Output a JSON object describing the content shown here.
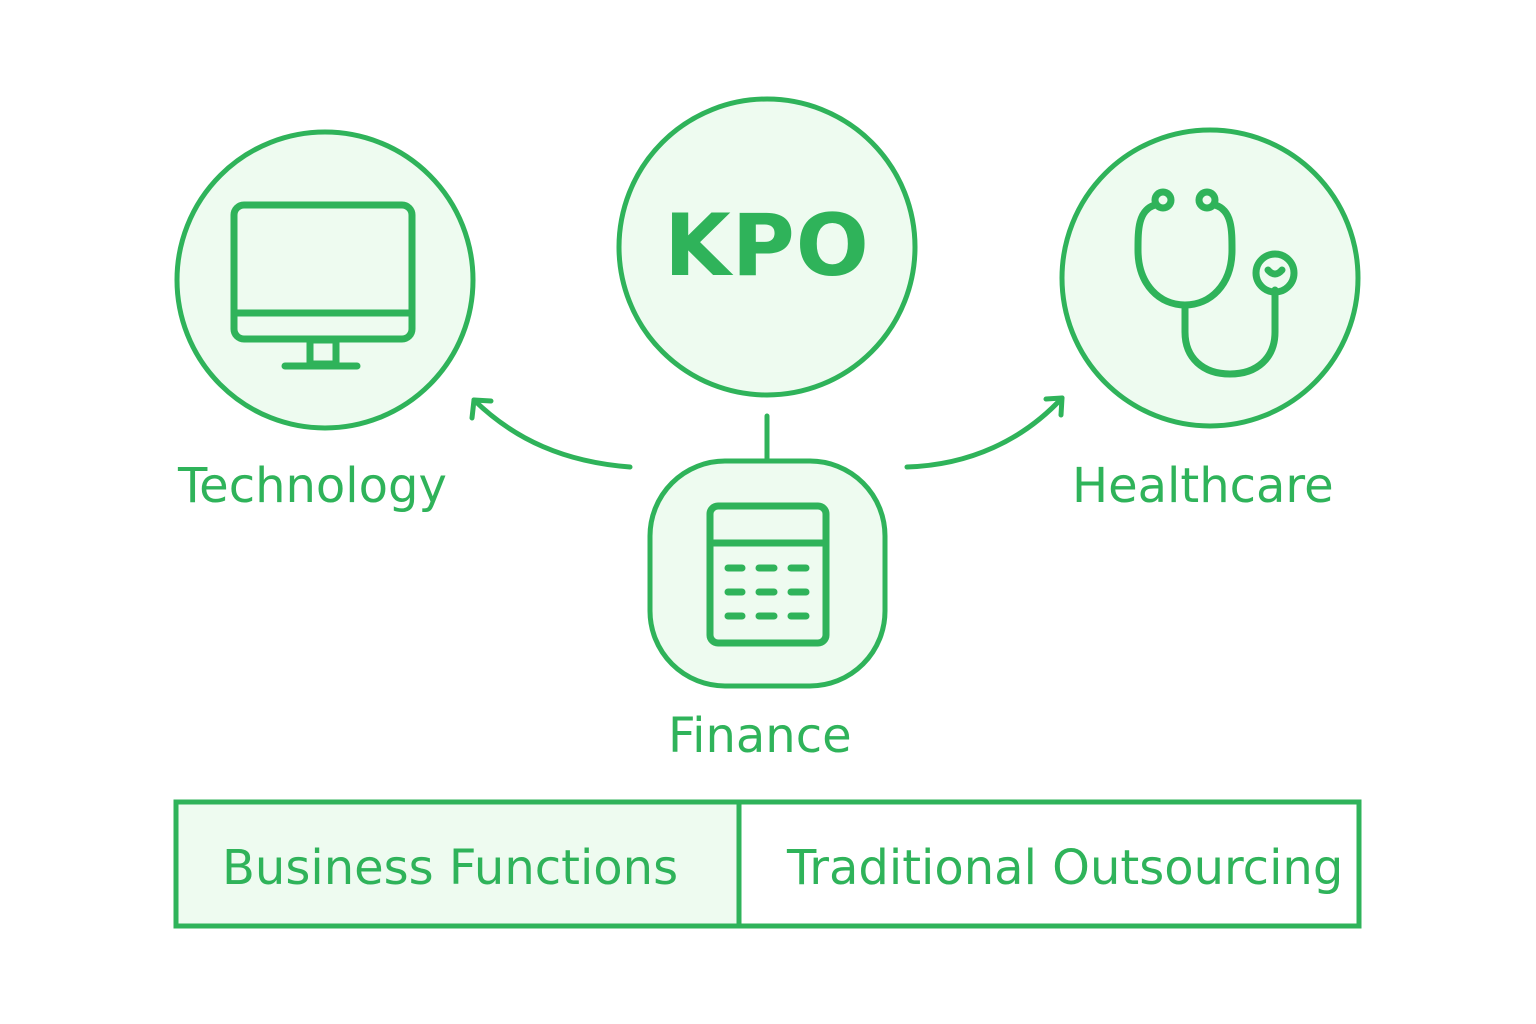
{
  "center": {
    "label": "KPO"
  },
  "nodes": [
    {
      "id": "technology",
      "label": "Technology",
      "icon": "computer-monitor-icon"
    },
    {
      "id": "finance",
      "label": "Finance",
      "icon": "calculator-icon"
    },
    {
      "id": "healthcare",
      "label": "Healthcare",
      "icon": "stethoscope-icon"
    }
  ],
  "comparison_bar": {
    "left": "Business Functions",
    "right": "Traditional Outsourcing"
  },
  "colors": {
    "accent": "#2fb35a",
    "fill": "#eefbf0",
    "background": "#ffffff"
  }
}
